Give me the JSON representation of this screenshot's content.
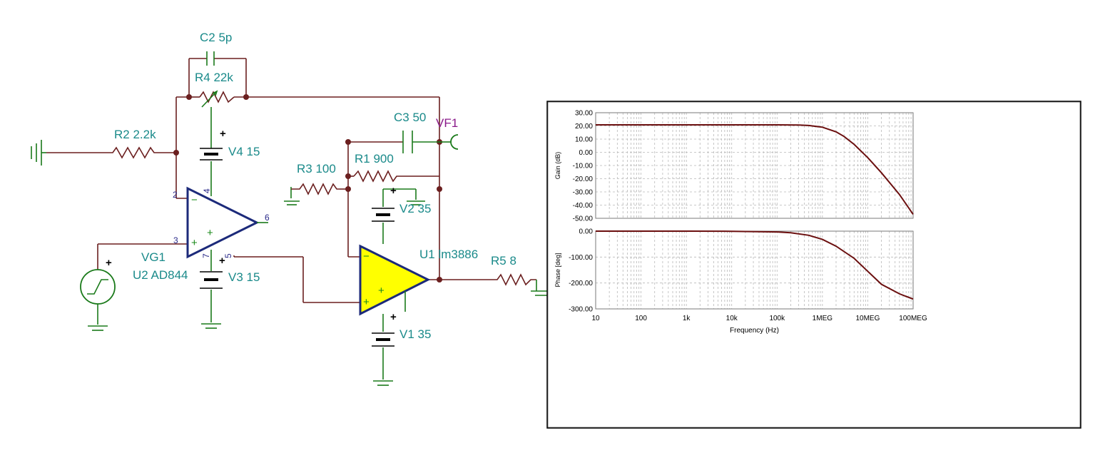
{
  "components": {
    "c2": "C2 5p",
    "r4": "R4 22k",
    "r2": "R2 2.2k",
    "v4": "V4 15",
    "c3": "C3 50",
    "vf1": "VF1",
    "r1": "R1 900",
    "r3": "R3 100",
    "v2": "V2 35",
    "u1": "U1 lm3886",
    "r5": "R5 8",
    "v1": "V1 35",
    "vg1": "VG1",
    "u2": "U2 AD844",
    "v3": "V3 15"
  },
  "pins": {
    "p2": "2",
    "p3": "3",
    "p4": "4",
    "p6": "6",
    "p7": "7",
    "p5": "5"
  },
  "signs": {
    "minus": "−",
    "plus": "+"
  },
  "chart_data": [
    {
      "type": "line",
      "title": "",
      "xlabel": "",
      "ylabel": "Gain (dB)",
      "x_scale": "log",
      "xlim": [
        10,
        100000000
      ],
      "ylim": [
        -50,
        30
      ],
      "yticks": [
        "30.00",
        "20.00",
        "10.00",
        "0.00",
        "-10.00",
        "-20.00",
        "-30.00",
        "-40.00",
        "-50.00"
      ],
      "series": [
        {
          "x": [
            10,
            100,
            1000,
            10000,
            100000,
            300000,
            500000,
            1000000,
            2000000,
            3000000,
            5000000,
            10000000,
            20000000,
            50000000,
            100000000
          ],
          "values": [
            20.83,
            20.83,
            20.83,
            20.83,
            20.83,
            20.7,
            20.3,
            19.0,
            15.5,
            12.0,
            6.0,
            -4.0,
            -15.5,
            -32.0,
            -47.0
          ]
        }
      ],
      "grid": true
    },
    {
      "type": "line",
      "title": "",
      "xlabel": "Frequency (Hz)",
      "ylabel": "Phase [deg]",
      "x_scale": "log",
      "xlim": [
        10,
        100000000
      ],
      "ylim": [
        -300,
        0
      ],
      "yticks": [
        "0.00",
        "-100.00",
        "-200.00",
        "-300.00"
      ],
      "xticks": [
        "10",
        "100",
        "1k",
        "10k",
        "100k",
        "1MEG",
        "10MEG",
        "100MEG"
      ],
      "series": [
        {
          "x": [
            10,
            100,
            1000,
            10000,
            100000,
            200000,
            500000,
            1000000,
            2000000,
            5000000,
            10000000,
            20000000,
            50000000,
            100000000
          ],
          "values": [
            0,
            0,
            0,
            -0.5,
            -3,
            -6,
            -16,
            -32,
            -58,
            -105,
            -155,
            -205,
            -242,
            -262
          ]
        }
      ],
      "grid": true
    }
  ]
}
